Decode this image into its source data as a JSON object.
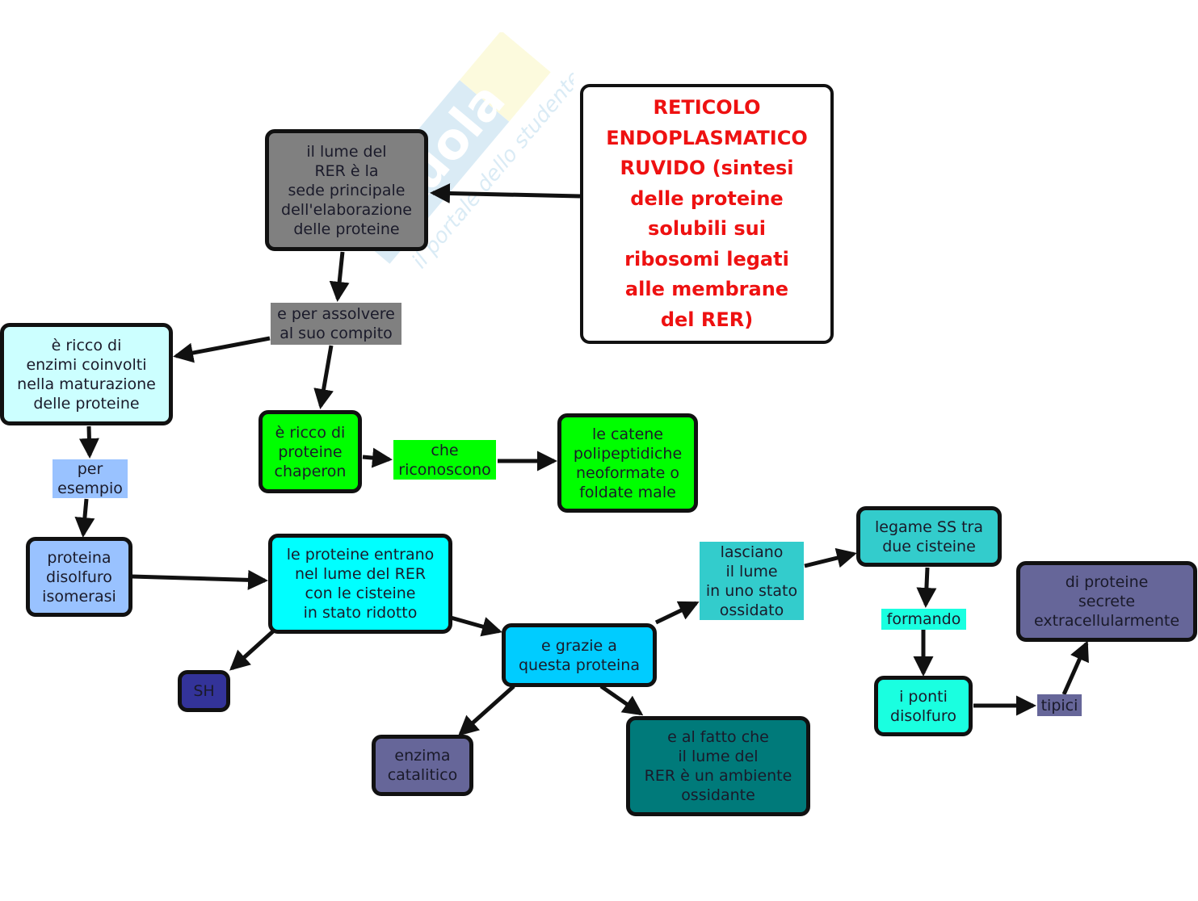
{
  "watermark": {
    "brand": "skuola.net",
    "tagline": "il portale dello studente"
  },
  "colors": {
    "title_text": "#ee1111",
    "gray": "#808080",
    "light_cyan": "#ccffff",
    "green": "#00ff00",
    "light_blue": "#99c2ff",
    "cyan": "#00ffff",
    "sky": "#00ccff",
    "navy": "#333399",
    "slate_purple": "#666699",
    "dark_teal": "#007a7a",
    "teal": "#33cccc",
    "aqua": "#1affe0"
  },
  "nodes": {
    "title": "RETICOLO\nENDOPLASMATICO\nRUVIDO (sintesi\ndelle proteine\nsolubili sui\nribosomi legati\nalle membrane\ndel RER)",
    "lume": "il lume del\nRER è la\nsede principale\ndell'elaborazione\ndelle proteine",
    "assolvere": "e per assolvere\nal suo compito",
    "enzimi": "è ricco di\nenzimi coinvolti\nnella maturazione\ndelle proteine",
    "chaperon": "è ricco di\nproteine\nchaperon",
    "riconoscono": "che\nriconoscono",
    "catene": "le catene\npolipeptidiche\nneoformate o\nfoldate male",
    "esempio": "per\nesempio",
    "pdi": "proteina\ndisolfuro\nisomerasi",
    "entrano": "le proteine entrano\nnel lume del RER\ncon le cisteine\nin stato ridotto",
    "sh": "SH",
    "grazie": "e grazie a\nquesta proteina",
    "enzima": "enzima\ncatalitico",
    "ossidante": "e al fatto che\nil lume del\nRER è un ambiente\nossidante",
    "lasciano": "lasciano\nil lume\nin uno stato\nossidato",
    "legame": "legame SS tra\ndue cisteine",
    "formando": "formando",
    "ponti": "i ponti\ndisolfuro",
    "tipici": "tipici",
    "secrete": "di proteine\nsecrete\nextracellularmente"
  }
}
